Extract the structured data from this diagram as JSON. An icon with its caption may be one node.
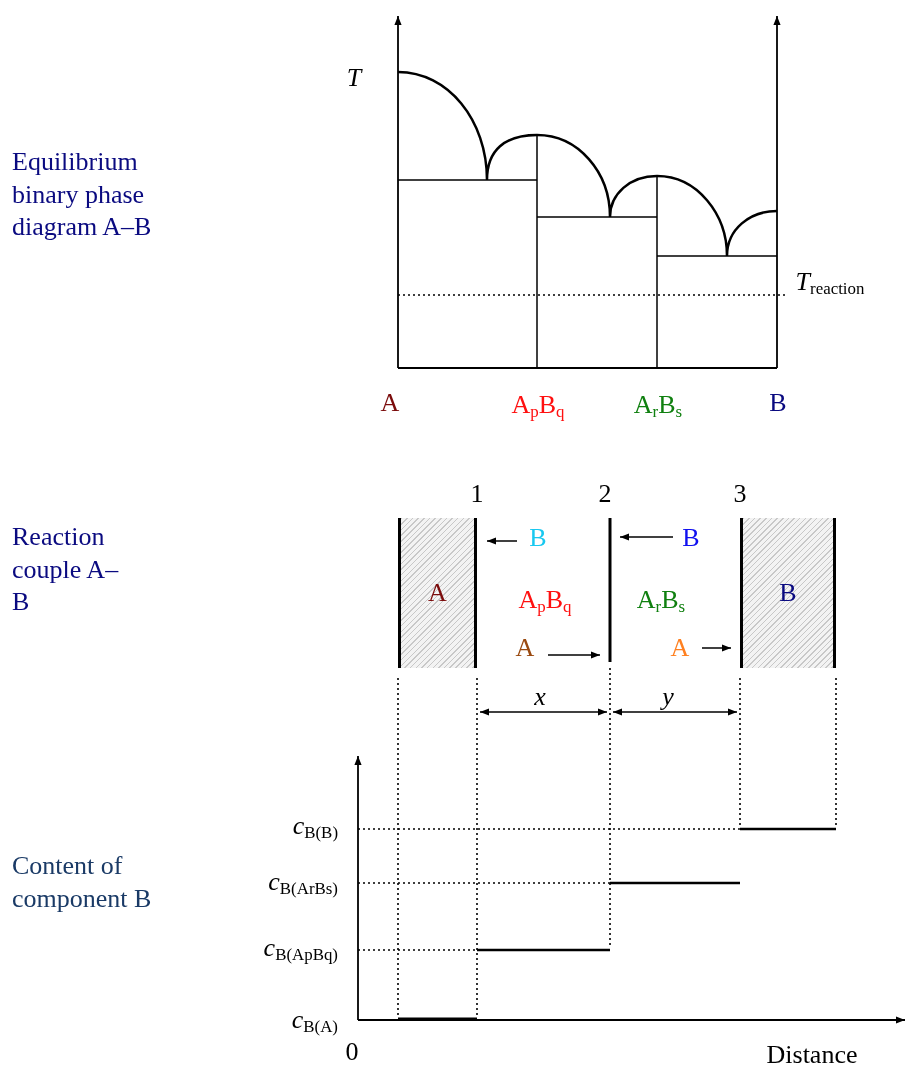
{
  "diagram": {
    "nodes": [
      {
        "text": [
          "A"
        ]
      },
      {
        "text": [
          "B"
        ]
      }
    ],
    "labels": [
      "Equilibrium binary phase diagram A–B",
      "*T*",
      "*T*$_{reaction}$",
      "A",
      "A$_{p}$B$_{q}$",
      "A$_{r}$B$_{s}$",
      "B",
      "Reaction couple A–B",
      "1",
      "2",
      "3",
      "B",
      "B",
      "A$_{p}$B$_{q}$",
      "A$_{r}$B$_{s}$",
      "A",
      "A",
      "*x*",
      "*y*",
      "Content of component B",
      "*c*$_{B(B)}$",
      "*c*$_{B(ArBs)}$",
      "*c*$_{B(ApBq)}$",
      "*c*$_{B(A)}$",
      "0",
      "Distance"
    ]
  }
}
